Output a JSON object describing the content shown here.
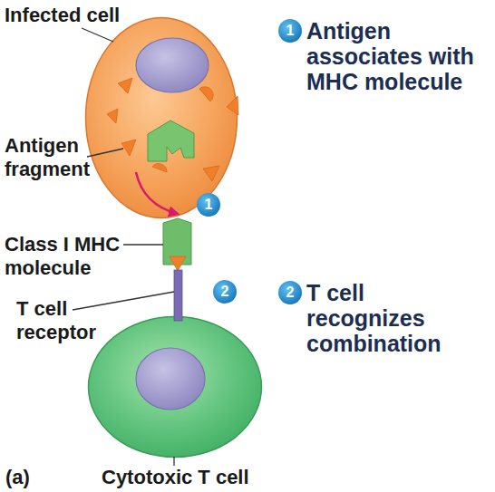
{
  "diagram": {
    "nodes": [
      {
        "text": [
          "Infected cell"
        ]
      },
      {
        "text": [
          "Cytotoxic T cell"
        ]
      }
    ],
    "labels": [
      "Antigen fragment",
      "1",
      "Class I MHC molecule",
      "2",
      "T cell receptor",
      "(a)",
      "1",
      "Antigen associates with MHC molecule",
      "2",
      "T cell recognizes combination"
    ]
  }
}
